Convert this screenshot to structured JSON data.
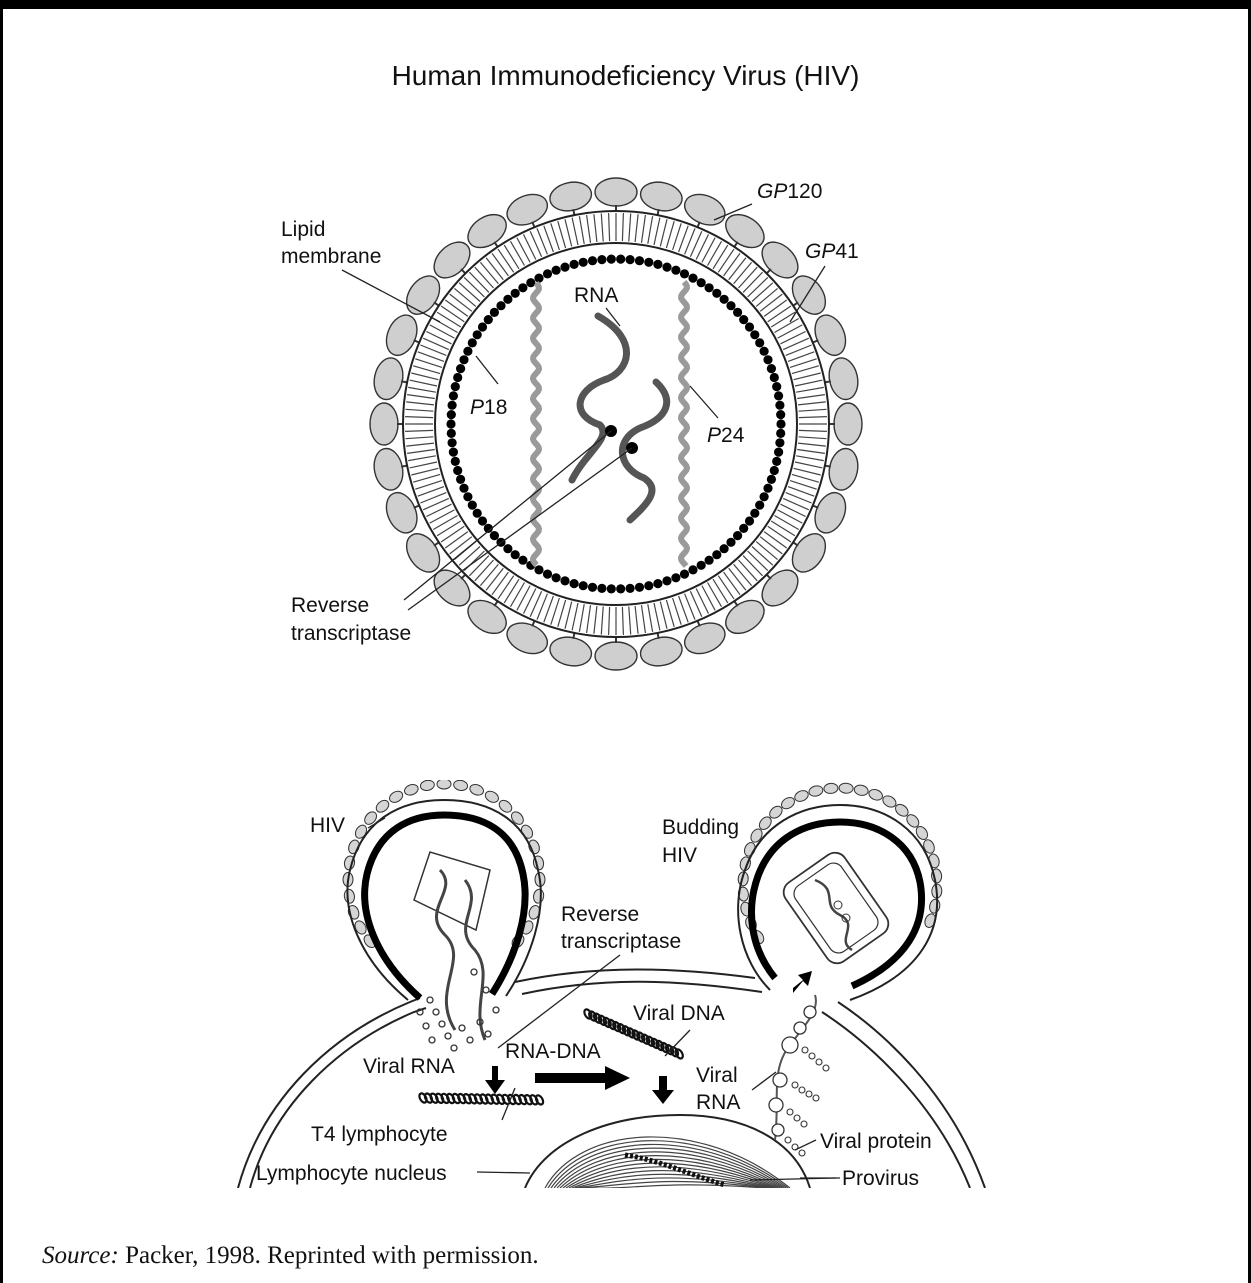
{
  "title": "Human Immunodeficiency Virus (HIV)",
  "virion_labels": {
    "gp120": {
      "prefix": "GP",
      "suffix": "120"
    },
    "gp41": {
      "prefix": "GP",
      "suffix": "41"
    },
    "lipid_membrane": [
      "Lipid",
      "membrane"
    ],
    "rna": "RNA",
    "p18": {
      "prefix": "P",
      "suffix": "18"
    },
    "p24": {
      "prefix": "P",
      "suffix": "24"
    },
    "reverse_transcriptase": [
      "Reverse",
      "transcriptase"
    ]
  },
  "lifecycle_labels": {
    "hiv": "HIV",
    "budding_hiv": [
      "Budding",
      "HIV"
    ],
    "reverse_transcriptase": [
      "Reverse",
      "transcriptase"
    ],
    "viral_dna": "Viral DNA",
    "rna_dna": "RNA-DNA",
    "viral_rna_left": "Viral RNA",
    "viral_rna_right": [
      "Viral",
      "RNA"
    ],
    "t4_lymphocyte": "T4 lymphocyte",
    "lymphocyte_nucleus": "Lymphocyte nucleus",
    "viral_protein": "Viral protein",
    "provirus": "Provirus"
  },
  "source": {
    "label": "Source:",
    "text": " Packer, 1998.  Reprinted with permission."
  }
}
